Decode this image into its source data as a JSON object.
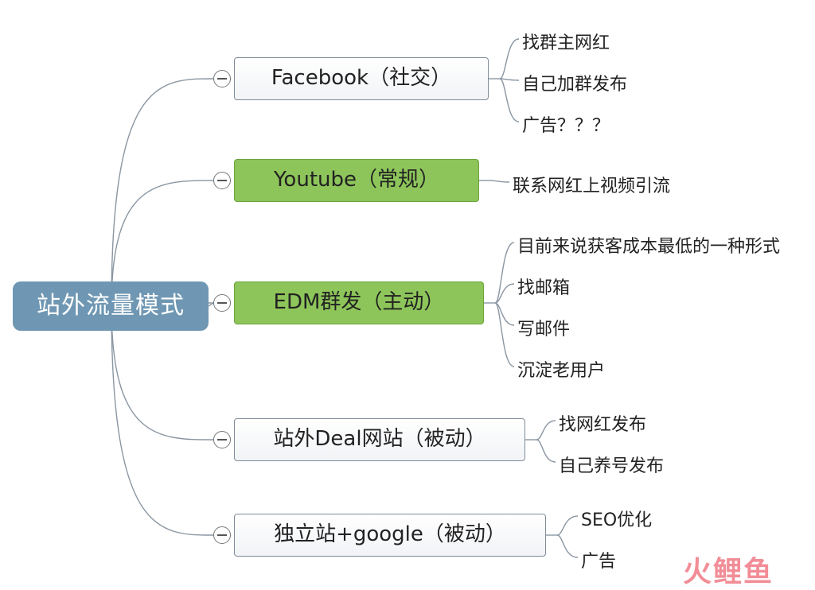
{
  "root": {
    "label": "站外流量模式"
  },
  "branches": [
    {
      "label": "Facebook（社交）",
      "leaves": [
        "找群主网红",
        "自己加群发布",
        "广告？？？"
      ]
    },
    {
      "label": "Youtube（常规）",
      "leaves": [
        "联系网红上视频引流"
      ]
    },
    {
      "label": "EDM群发（主动）",
      "leaves": [
        "目前来说获客成本最低的一种形式",
        "找邮箱",
        "写邮件",
        "沉淀老用户"
      ]
    },
    {
      "label": "站外Deal网站（被动）",
      "leaves": [
        "找网红发布",
        "自己养号发布"
      ]
    },
    {
      "label": "独立站+google（被动）",
      "leaves": [
        "SEO优化",
        "广告"
      ]
    }
  ],
  "watermark": "火鲤鱼",
  "colors": {
    "root": "#6f97b3",
    "highlight": "#8dc55a",
    "line": "#8a96a2",
    "watermark": "#f07a86"
  }
}
